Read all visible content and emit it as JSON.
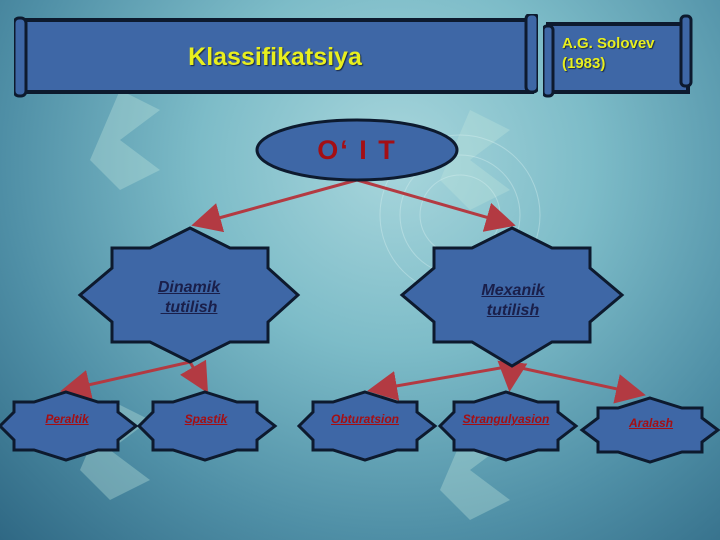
{
  "header": {
    "title": "Klassifikatsiya",
    "author_line1": "A.G. Solovev",
    "author_line2": "(1983)"
  },
  "colors": {
    "box_fill": "#3e67a6",
    "box_border": "#0d1a2e",
    "title_text": "#e8ef1e",
    "arrow": "#b33a42",
    "node_text_red": "#a40f14",
    "node_text_dark": "#1a1f4a"
  },
  "diagram": {
    "root": {
      "label": "O‘ I T"
    },
    "level1": [
      {
        "label_line1": "Dinamik",
        "label_line2": " tutilish"
      },
      {
        "label_line1": "Mexanik",
        "label_line2": "tutilish"
      }
    ],
    "level2": [
      {
        "label": "Peraltik"
      },
      {
        "label": "Spastik"
      },
      {
        "label": "Obturatsion"
      },
      {
        "label": "Strangulyasion"
      },
      {
        "label": "Aralash"
      }
    ]
  }
}
